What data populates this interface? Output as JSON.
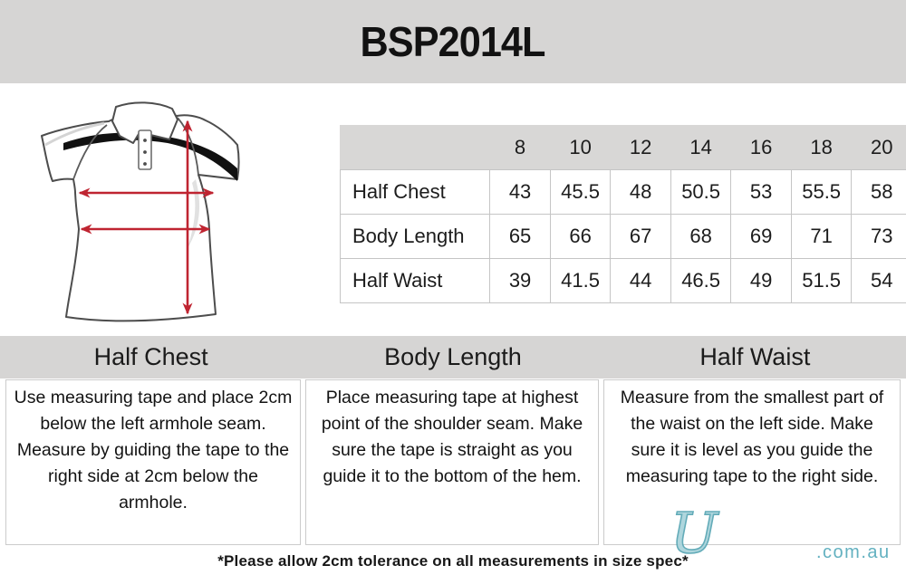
{
  "title": "BSP2014L",
  "size_table": {
    "sizes": [
      "8",
      "10",
      "12",
      "14",
      "16",
      "18",
      "20"
    ],
    "rows": [
      {
        "label": "Half Chest",
        "values": [
          "43",
          "45.5",
          "48",
          "50.5",
          "53",
          "55.5",
          "58"
        ]
      },
      {
        "label": "Body Length",
        "values": [
          "65",
          "66",
          "67",
          "68",
          "69",
          "71",
          "73"
        ]
      },
      {
        "label": "Half Waist",
        "values": [
          "39",
          "41.5",
          "44",
          "46.5",
          "49",
          "51.5",
          "54"
        ]
      }
    ]
  },
  "measurement_guides": [
    {
      "title": "Half Chest",
      "description": "Use measuring tape and place 2cm below the left armhole seam. Measure by guiding the tape to the right side at 2cm below the armhole."
    },
    {
      "title": "Body Length",
      "description": "Place measuring tape at highest point of the shoulder seam. Make sure the tape is straight as you guide it to the bottom of the hem."
    },
    {
      "title": "Half Waist",
      "description": "Measure from the smallest part of the waist on the left side. Make sure it is level as you guide the measuring tape to the right side."
    }
  ],
  "footnote": "*Please allow 2cm tolerance on all measurements in size spec*",
  "watermark": {
    "logo_letter": "U",
    "domain": ".com.au"
  },
  "colors": {
    "header_bg": "#d6d5d4",
    "table_header_bg": "#d8d7d6",
    "cell_border": "#c5c5c5",
    "arrow_red": "#bf2431",
    "swoosh_black": "#111111",
    "watermark_teal": "#63b1c0"
  }
}
